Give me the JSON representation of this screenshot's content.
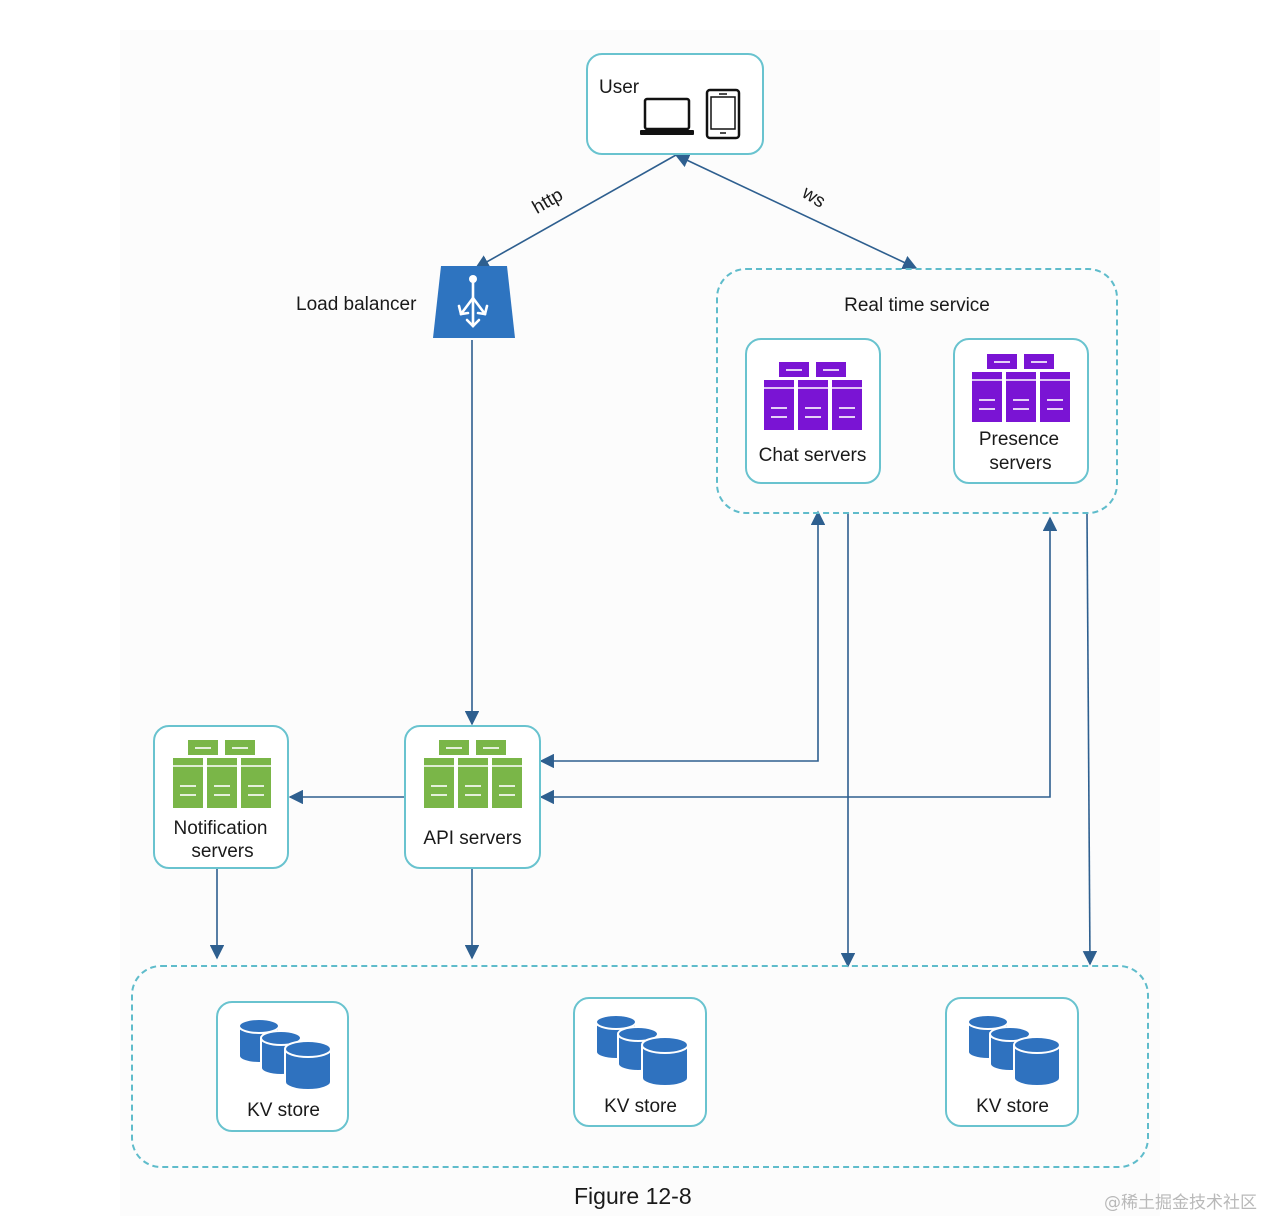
{
  "user": {
    "label": "User"
  },
  "edges": {
    "http_label": "http",
    "ws_label": "ws"
  },
  "load_balancer": {
    "label": "Load balancer"
  },
  "real_time_service": {
    "title": "Real time service",
    "chat_servers": {
      "label": "Chat servers"
    },
    "presence_servers": {
      "label_line1": "Presence",
      "label_line2": "servers"
    }
  },
  "notification_servers": {
    "label_line1": "Notification",
    "label_line2": "servers"
  },
  "api_servers": {
    "label": "API servers"
  },
  "kv_stores": [
    {
      "label": "KV store"
    },
    {
      "label": "KV store"
    },
    {
      "label": "KV store"
    }
  ],
  "figure_caption": "Figure 12-8",
  "watermark": "@稀土掘金技术社区",
  "colors": {
    "box_border": "#69c3cf",
    "arrow": "#2e5f8f",
    "load_balancer": "#2e74c0",
    "server_purple": "#7a14d4",
    "server_green": "#7ab648",
    "database_blue": "#2f72bf"
  }
}
